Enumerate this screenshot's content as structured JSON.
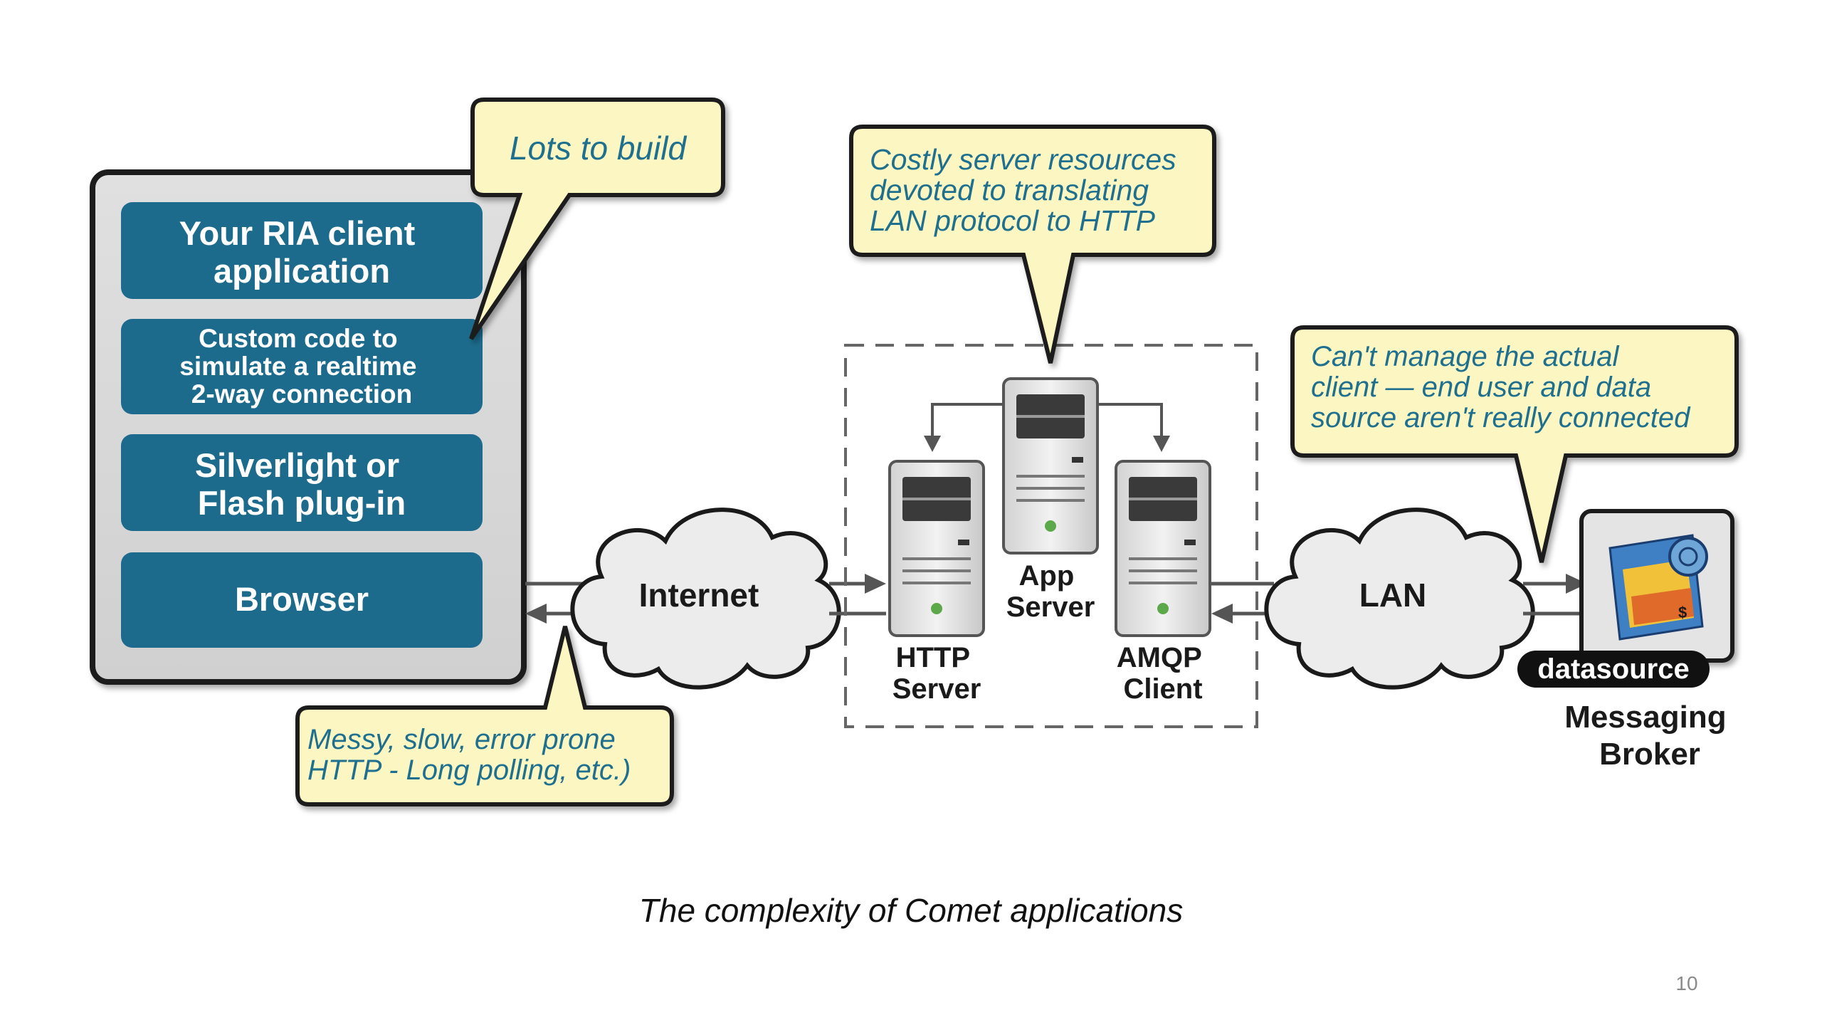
{
  "client_panel": {
    "layers": [
      {
        "lines": [
          "Your RIA client",
          "application"
        ]
      },
      {
        "lines": [
          "Custom code to",
          "simulate a realtime",
          "2-way connection"
        ]
      },
      {
        "lines": [
          "Silverlight or",
          "Flash plug-in"
        ]
      },
      {
        "lines": [
          "Browser"
        ]
      }
    ]
  },
  "callouts": {
    "lots_to_build": {
      "lines": [
        "Lots to build"
      ]
    },
    "costly_server": {
      "lines": [
        "Costly server resources",
        "devoted to translating",
        "LAN protocol to HTTP"
      ]
    },
    "cant_manage": {
      "lines": [
        "Can't manage the actual",
        "client — end user and data",
        "source aren't really connected"
      ]
    },
    "messy_slow": {
      "lines": [
        "Messy, slow, error prone",
        "HTTP - Long polling, etc.)"
      ]
    }
  },
  "clouds": {
    "internet": "Internet",
    "lan": "LAN"
  },
  "servers": {
    "http_server": {
      "lines": [
        "HTTP",
        "Server"
      ]
    },
    "app_server": {
      "lines": [
        "App",
        "Server"
      ]
    },
    "amqp_client": {
      "lines": [
        "AMQP",
        "Client"
      ]
    }
  },
  "broker": {
    "badge": "datasource",
    "label_lines": [
      "Messaging",
      "Broker"
    ]
  },
  "caption": "The complexity of Comet applications",
  "page_number": "10",
  "colors": {
    "layer_fill": "#1d6b8c",
    "callout_fill": "#fbf6c2",
    "callout_text": "#1f6f8f",
    "panel_fill": "#e6e6e6"
  }
}
